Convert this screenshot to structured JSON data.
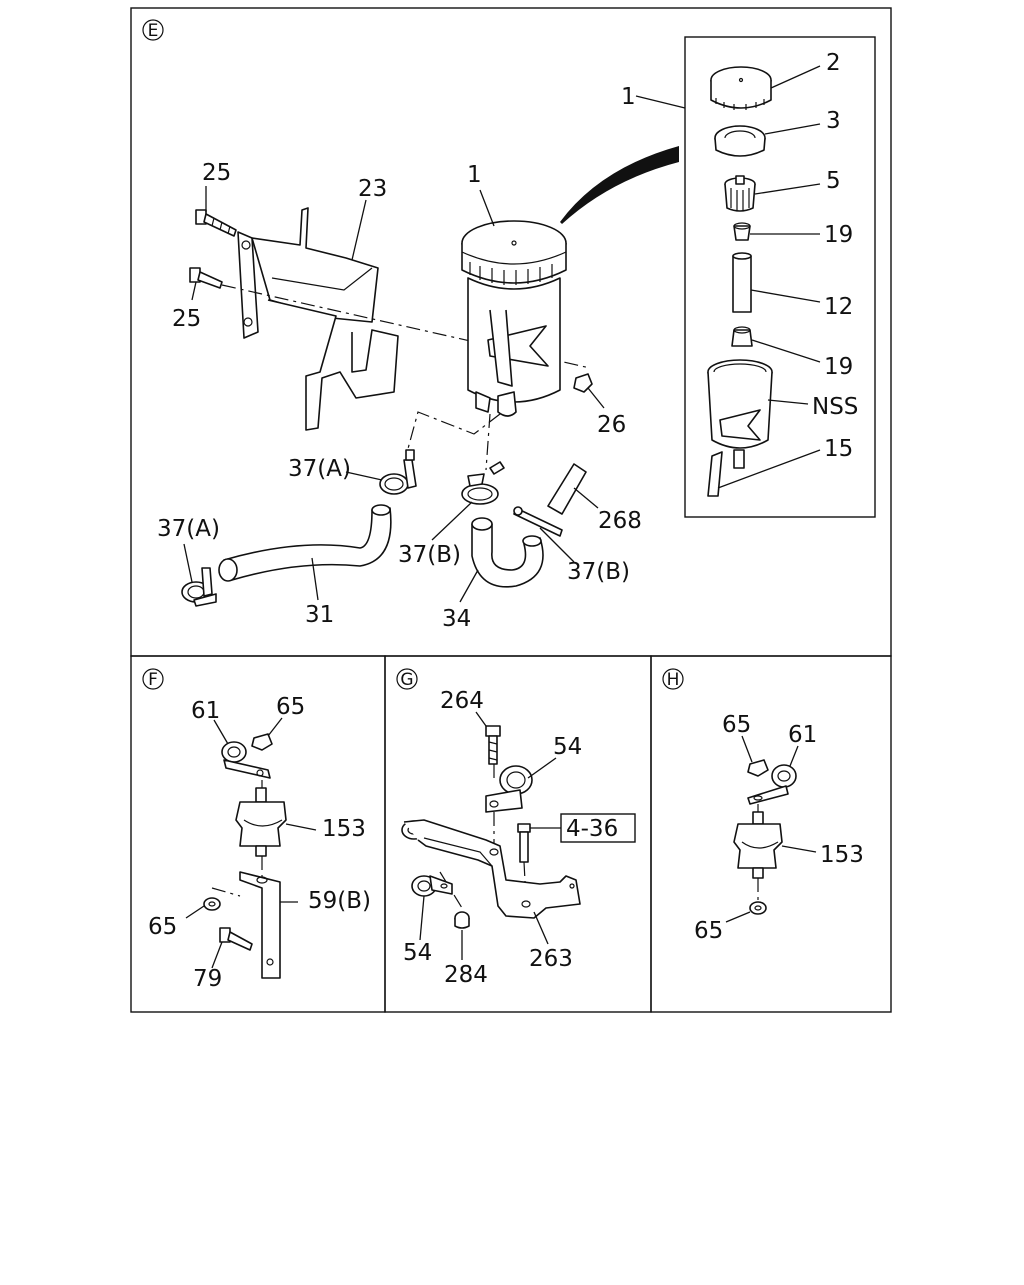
{
  "panels": {
    "E": {
      "letter": "E",
      "labels": {
        "l1_main": "1",
        "l1_box": "1",
        "l2": "2",
        "l3": "3",
        "l5": "5",
        "l19a": "19",
        "l12": "12",
        "l19b": "19",
        "lnss": "NSS",
        "l15": "15",
        "l25a": "25",
        "l25b": "25",
        "l23": "23",
        "l26": "26",
        "l37a1": "37(A)",
        "l37a2": "37(A)",
        "l37b1": "37(B)",
        "l37b2": "37(B)",
        "l268": "268",
        "l31": "31",
        "l34": "34"
      }
    },
    "F": {
      "letter": "F",
      "labels": {
        "l61": "61",
        "l65a": "65",
        "l153": "153",
        "l59b": "59(B)",
        "l65b": "65",
        "l79": "79"
      }
    },
    "G": {
      "letter": "G",
      "labels": {
        "l264": "264",
        "l54a": "54",
        "l436": "4-36",
        "l54b": "54",
        "l284": "284",
        "l263": "263"
      }
    },
    "H": {
      "letter": "H",
      "labels": {
        "l65a": "65",
        "l61": "61",
        "l153": "153",
        "l65b": "65"
      }
    }
  }
}
